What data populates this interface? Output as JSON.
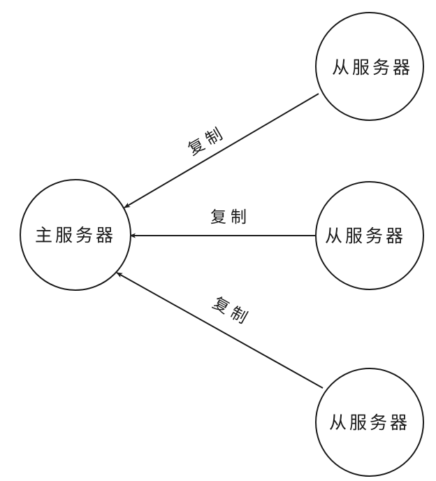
{
  "nodes": {
    "master": {
      "label": "主服务器"
    },
    "slaves": [
      {
        "label": "从服务器"
      },
      {
        "label": "从服务器"
      },
      {
        "label": "从服务器"
      }
    ]
  },
  "edges": [
    {
      "from": "slave-1",
      "to": "master",
      "label": "复制"
    },
    {
      "from": "slave-2",
      "to": "master",
      "label": "复制"
    },
    {
      "from": "slave-3",
      "to": "master",
      "label": "复制"
    }
  ]
}
